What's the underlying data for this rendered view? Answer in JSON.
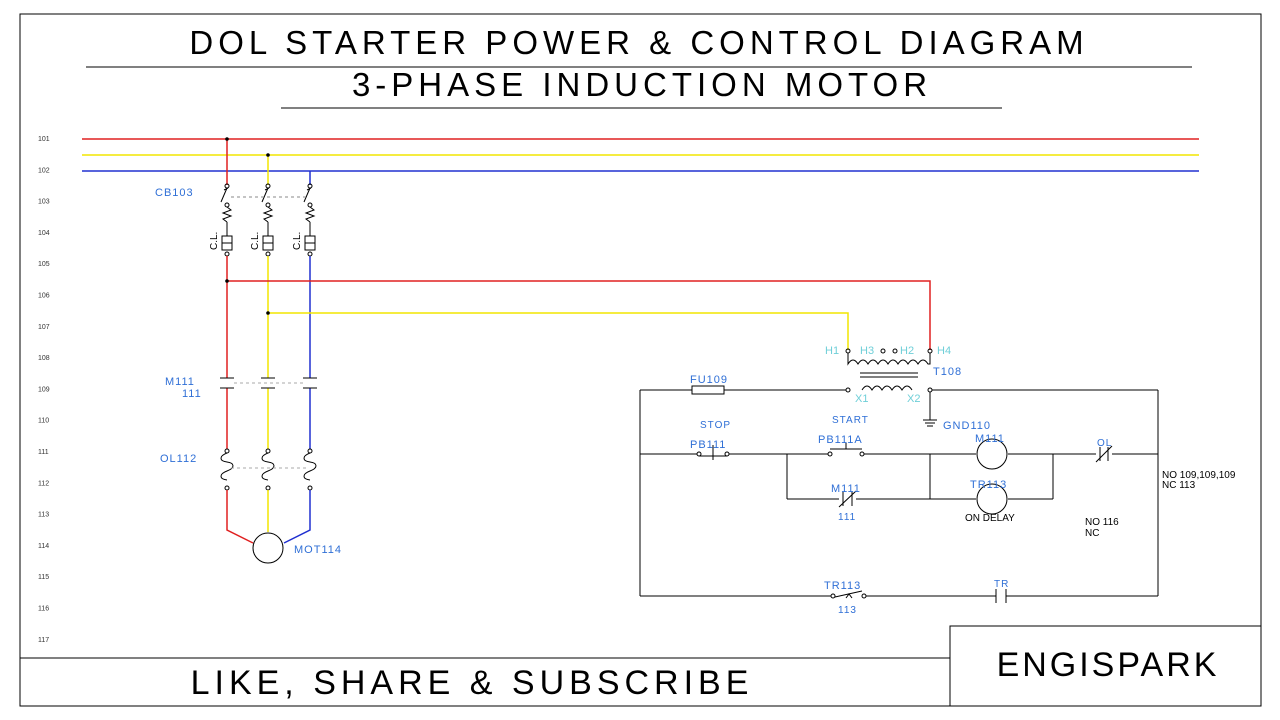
{
  "title": {
    "line1": "DOL STARTER POWER & CONTROL DIAGRAM",
    "line2": "3-PHASE INDUCTION MOTOR"
  },
  "line_numbers": [
    "101",
    "102",
    "103",
    "104",
    "105",
    "106",
    "107",
    "108",
    "109",
    "110",
    "111",
    "112",
    "113",
    "114",
    "115",
    "116",
    "117"
  ],
  "colors": {
    "phase_r": "#e02020",
    "phase_y": "#f2e600",
    "phase_b": "#2030d0",
    "label": "#2f6fd6",
    "terminal": "#6fcfd8",
    "wire": "#000000"
  },
  "power": {
    "breaker": "CB103",
    "current_limiter": "C.L.",
    "contactor": "M111",
    "contactor_ref": "111",
    "overload": "OL112",
    "motor": "MOT114"
  },
  "transformer": {
    "tag": "T108",
    "h1": "H1",
    "h3": "H3",
    "h2": "H2",
    "h4": "H4",
    "x1": "X1",
    "x2": "X2",
    "ground": "GND110"
  },
  "control": {
    "fuse": "FU109",
    "stop_caption": "STOP",
    "stop_tag": "PB111",
    "start_caption": "START",
    "start_tag": "PB111A",
    "coil_tag": "M111",
    "ol_tag": "OL",
    "aux_tag": "M111",
    "aux_ref": "111",
    "timer_tag": "TR113",
    "timer_caption": "ON DELAY",
    "xref_no_1": "NO 109,109,109",
    "xref_nc_1": "NC 113",
    "xref_no_2": "NO 116",
    "xref_nc_2": "NC",
    "tr_contact_tag": "TR113",
    "tr_contact_ref": "113",
    "tr_tag": "TR"
  },
  "footer": {
    "cta": "LIKE, SHARE & SUBSCRIBE",
    "brand": "ENGISPARK"
  }
}
